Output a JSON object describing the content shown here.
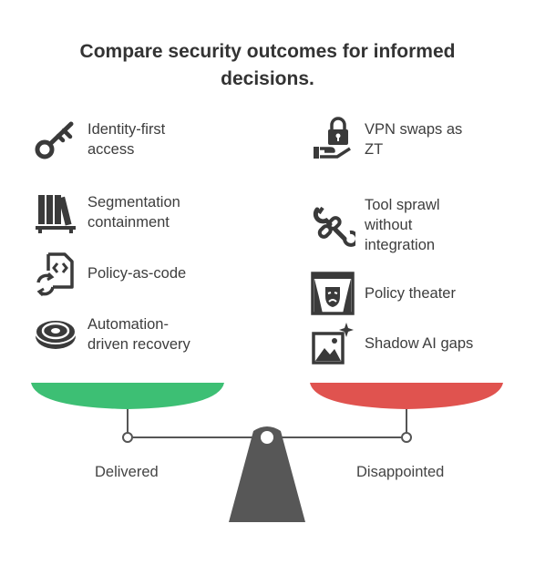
{
  "title": {
    "line1": "Compare security outcomes for informed",
    "line2": "decisions."
  },
  "left_items": [
    {
      "icon": "key-icon",
      "lines": [
        "Identity-first",
        "access"
      ]
    },
    {
      "icon": "books-icon",
      "lines": [
        "Segmentation",
        "containment"
      ]
    },
    {
      "icon": "code-sync-icon",
      "lines": [
        "Policy-as-code"
      ]
    },
    {
      "icon": "robot-vacuum-icon",
      "lines": [
        "Automation-",
        "driven recovery"
      ]
    }
  ],
  "right_items": [
    {
      "icon": "lock-hand-icon",
      "lines": [
        "VPN swaps as",
        "ZT"
      ]
    },
    {
      "icon": "wrench-link-icon",
      "lines": [
        "Tool sprawl",
        "without",
        "integration"
      ]
    },
    {
      "icon": "theater-mask-icon",
      "lines": [
        "Policy theater"
      ]
    },
    {
      "icon": "ai-image-icon",
      "lines": [
        "Shadow AI gaps"
      ]
    }
  ],
  "scale": {
    "left_label": "Delivered",
    "right_label": "Disappointed",
    "left_color": "#3dbf74",
    "right_color": "#e0534f",
    "beam_color": "#555555"
  }
}
